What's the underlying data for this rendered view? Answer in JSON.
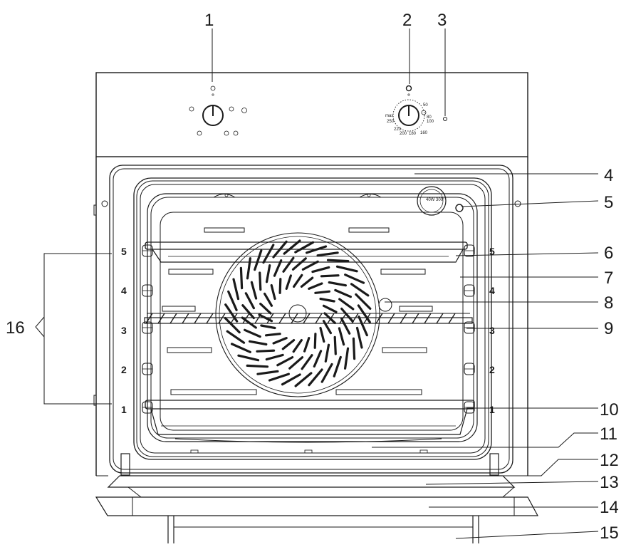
{
  "callouts": [
    "1",
    "2",
    "3",
    "4",
    "5",
    "6",
    "7",
    "8",
    "9",
    "10",
    "11",
    "12",
    "13",
    "14",
    "15",
    "16"
  ],
  "shelf_levels": [
    "5",
    "4",
    "3",
    "2",
    "1"
  ],
  "knob_scale": {
    "max_label": "max",
    "values": [
      "250",
      "220",
      "200",
      "180",
      "160",
      "100",
      "80",
      "50"
    ]
  },
  "lamp_label": "40W 300°"
}
